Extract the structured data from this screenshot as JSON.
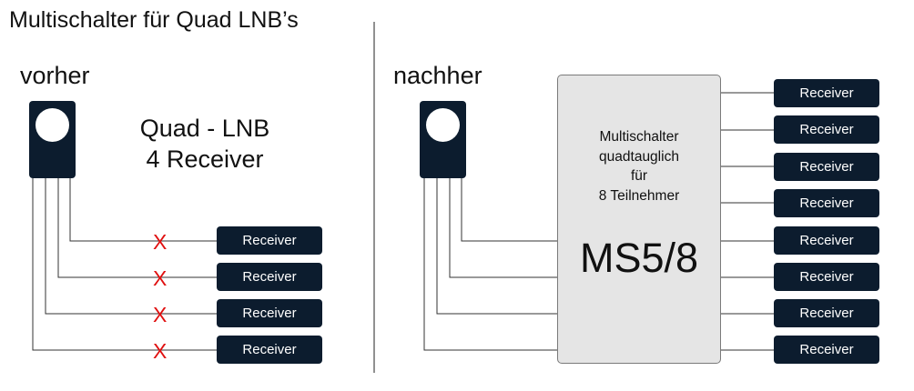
{
  "title": "Multischalter für Quad LNB’s",
  "before": {
    "heading": "vorher",
    "lnb_line1": "Quad - LNB",
    "lnb_line2": "4 Receiver",
    "cross_mark": "X",
    "receivers": [
      "Receiver",
      "Receiver",
      "Receiver",
      "Receiver"
    ]
  },
  "after": {
    "heading": "nachher",
    "multiswitch": {
      "line1": "Multischalter",
      "line2": "quadtauglich",
      "line3": "für",
      "line4": "8 Teilnehmer",
      "model": "MS5/8"
    },
    "receivers": [
      "Receiver",
      "Receiver",
      "Receiver",
      "Receiver",
      "Receiver",
      "Receiver",
      "Receiver",
      "Receiver"
    ]
  },
  "colors": {
    "device_fill": "#0c1c2e",
    "cross": "#e01010",
    "wire": "#333333",
    "switch_fill": "#e5e5e5"
  }
}
